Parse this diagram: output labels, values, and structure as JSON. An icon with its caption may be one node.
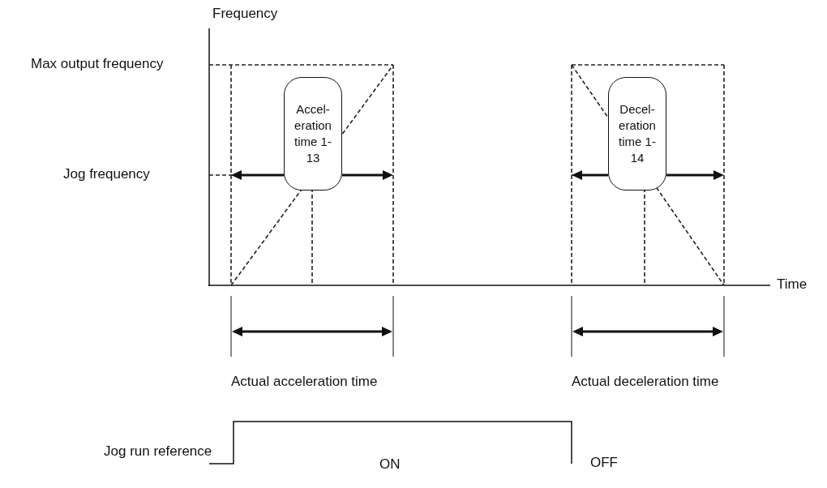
{
  "diagram": {
    "nodes": [
      {
        "text": [
          "Accel- eration time 1-13"
        ]
      },
      {
        "text": [
          "Decel- eration time 1-14"
        ]
      }
    ],
    "edges": [],
    "labels": [
      "Frequency",
      "Max output frequency",
      "Jog frequency",
      "Time",
      "Actual acceleration time",
      "Actual deceleration time",
      "Jog run reference",
      "ON",
      "OFF"
    ]
  }
}
